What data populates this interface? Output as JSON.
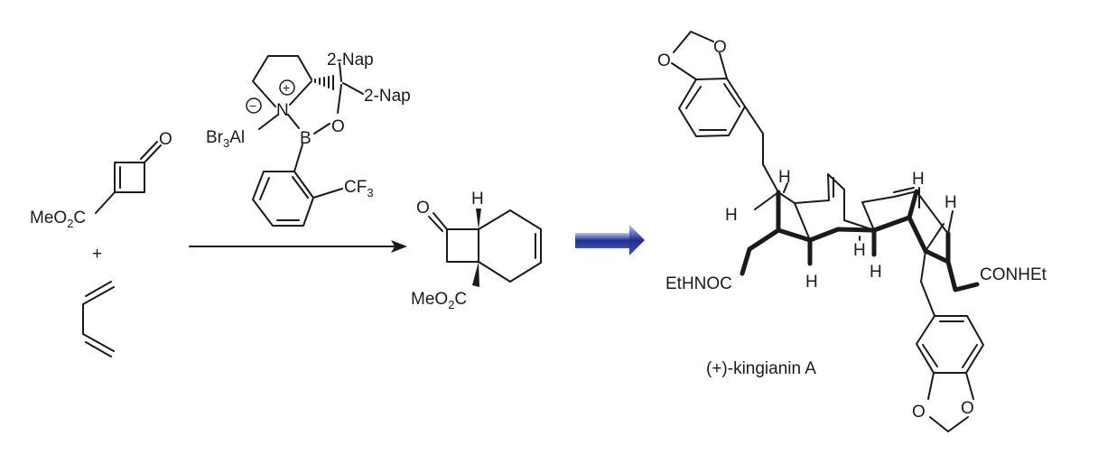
{
  "reagents": {
    "ester_label": "MeO",
    "ester_sub": "2",
    "ester_c": "C",
    "ketone_o": "O",
    "plus": "+"
  },
  "catalyst": {
    "nap_label_1": "2-Nap",
    "nap_label_2": "2-Nap",
    "plus_charge": "+",
    "minus_charge": "−",
    "nitrogen": "N",
    "boron": "B",
    "oxygen": "O",
    "lewis_acid_br": "Br",
    "lewis_acid_sub": "3",
    "lewis_acid_al": "Al",
    "cf3_label": "CF",
    "cf3_sub": "3"
  },
  "product": {
    "hydrogen": "H",
    "ketone_o": "O",
    "ester_label": "MeO",
    "ester_sub": "2",
    "ester_c": "C"
  },
  "target": {
    "name": "(+)-kingianin A",
    "amide_left": "EtHNOC",
    "amide_right": "CONHEt",
    "hydrogen": "H",
    "methylenedioxy_o": "O"
  },
  "colors": {
    "bond": "#1a1a1a",
    "retro_arrow_dark": "#1f2f8f",
    "retro_arrow_light": "#b8c4f0"
  }
}
